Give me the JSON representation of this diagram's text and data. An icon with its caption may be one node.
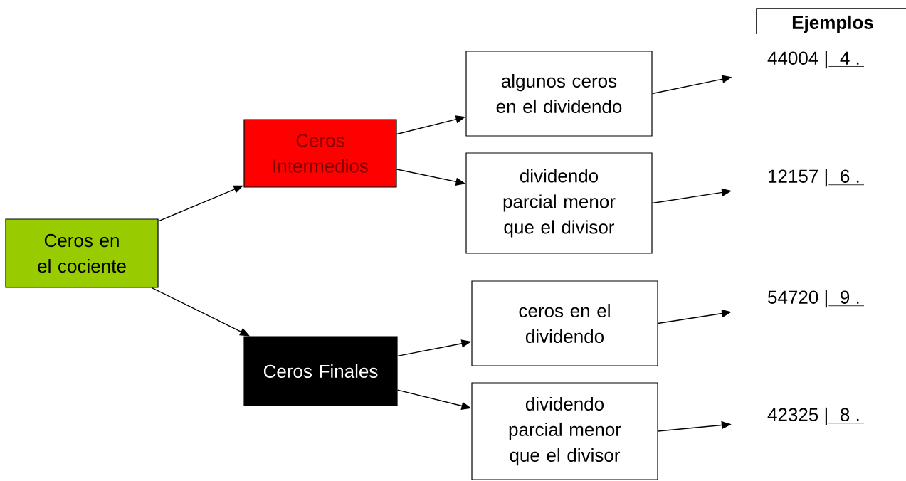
{
  "diagram": {
    "nodes": [
      {
        "text": [
          "Ceros en el cociente"
        ]
      },
      {
        "text": [
          "Ceros Intermedios"
        ]
      },
      {
        "text": [
          "Ceros Finales"
        ]
      },
      {
        "text": [
          "algunos ceros en el dividendo"
        ]
      },
      {
        "text": [
          "dividendo parcial menor que el divisor"
        ]
      },
      {
        "text": [
          "ceros en el dividendo"
        ]
      },
      {
        "text": [
          "dividendo parcial menor que el divisor"
        ]
      },
      {
        "text": [
          "44004 |",
          "4 ."
        ]
      },
      {
        "text": [
          "12157 |",
          "6 ."
        ]
      },
      {
        "text": [
          "54720 |",
          "9 ."
        ]
      },
      {
        "text": [
          "42325 |",
          "8 ."
        ]
      }
    ],
    "edges": [
      {
        "from": 0,
        "to": 1,
        "arrow": "to"
      },
      {
        "from": 0,
        "to": 2,
        "arrow": "to"
      },
      {
        "from": 1,
        "to": 3,
        "arrow": "to"
      },
      {
        "from": 1,
        "to": 4,
        "arrow": "to"
      },
      {
        "from": 2,
        "to": 5,
        "arrow": "to"
      },
      {
        "from": 2,
        "to": 6,
        "arrow": "to"
      },
      {
        "from": 3,
        "to": 7,
        "arrow": "to"
      },
      {
        "from": 4,
        "to": 8,
        "arrow": "to"
      },
      {
        "from": 5,
        "to": 9,
        "arrow": "to"
      },
      {
        "from": 6,
        "to": 10,
        "arrow": "to"
      }
    ],
    "labels": [
      "Ejemplos"
    ]
  }
}
